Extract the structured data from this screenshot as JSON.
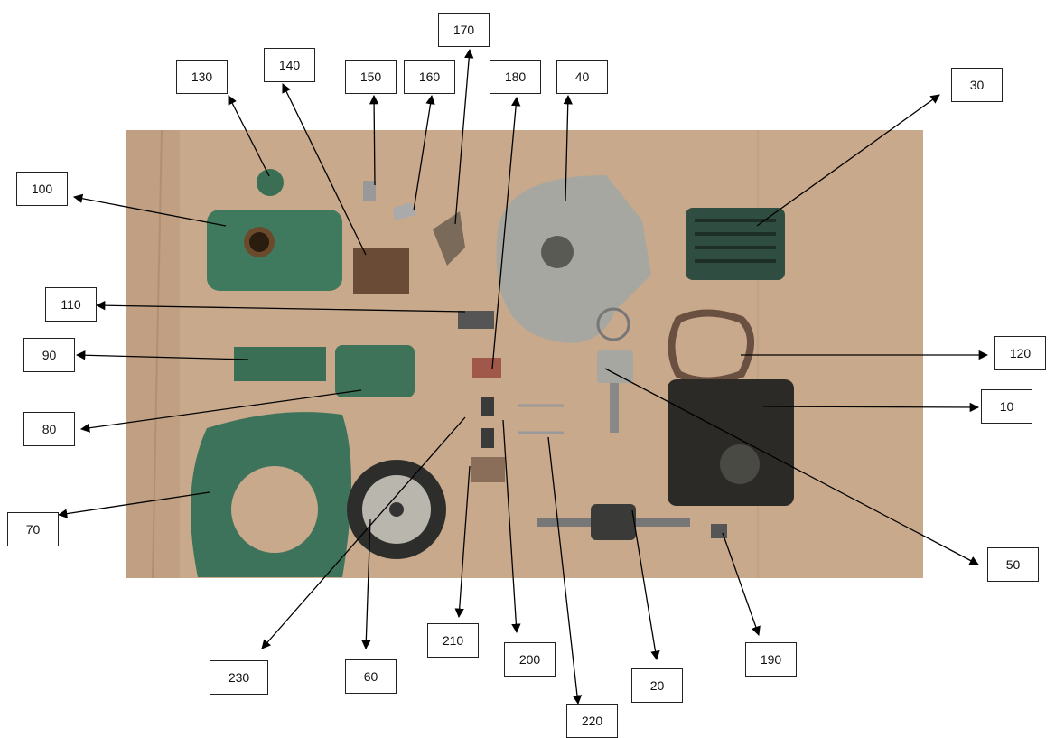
{
  "figure": {
    "labels": [
      "170",
      "130",
      "140",
      "150",
      "160",
      "180",
      "40",
      "30",
      "100",
      "110",
      "90",
      "120",
      "10",
      "80",
      "70",
      "50",
      "210",
      "200",
      "190",
      "230",
      "60",
      "20",
      "220"
    ]
  },
  "colors": {
    "cardboard": "#c8a787",
    "paint_green": "#3f7a5e",
    "metal": "#a8a8a2",
    "dark_metal": "#2f2f2c"
  }
}
